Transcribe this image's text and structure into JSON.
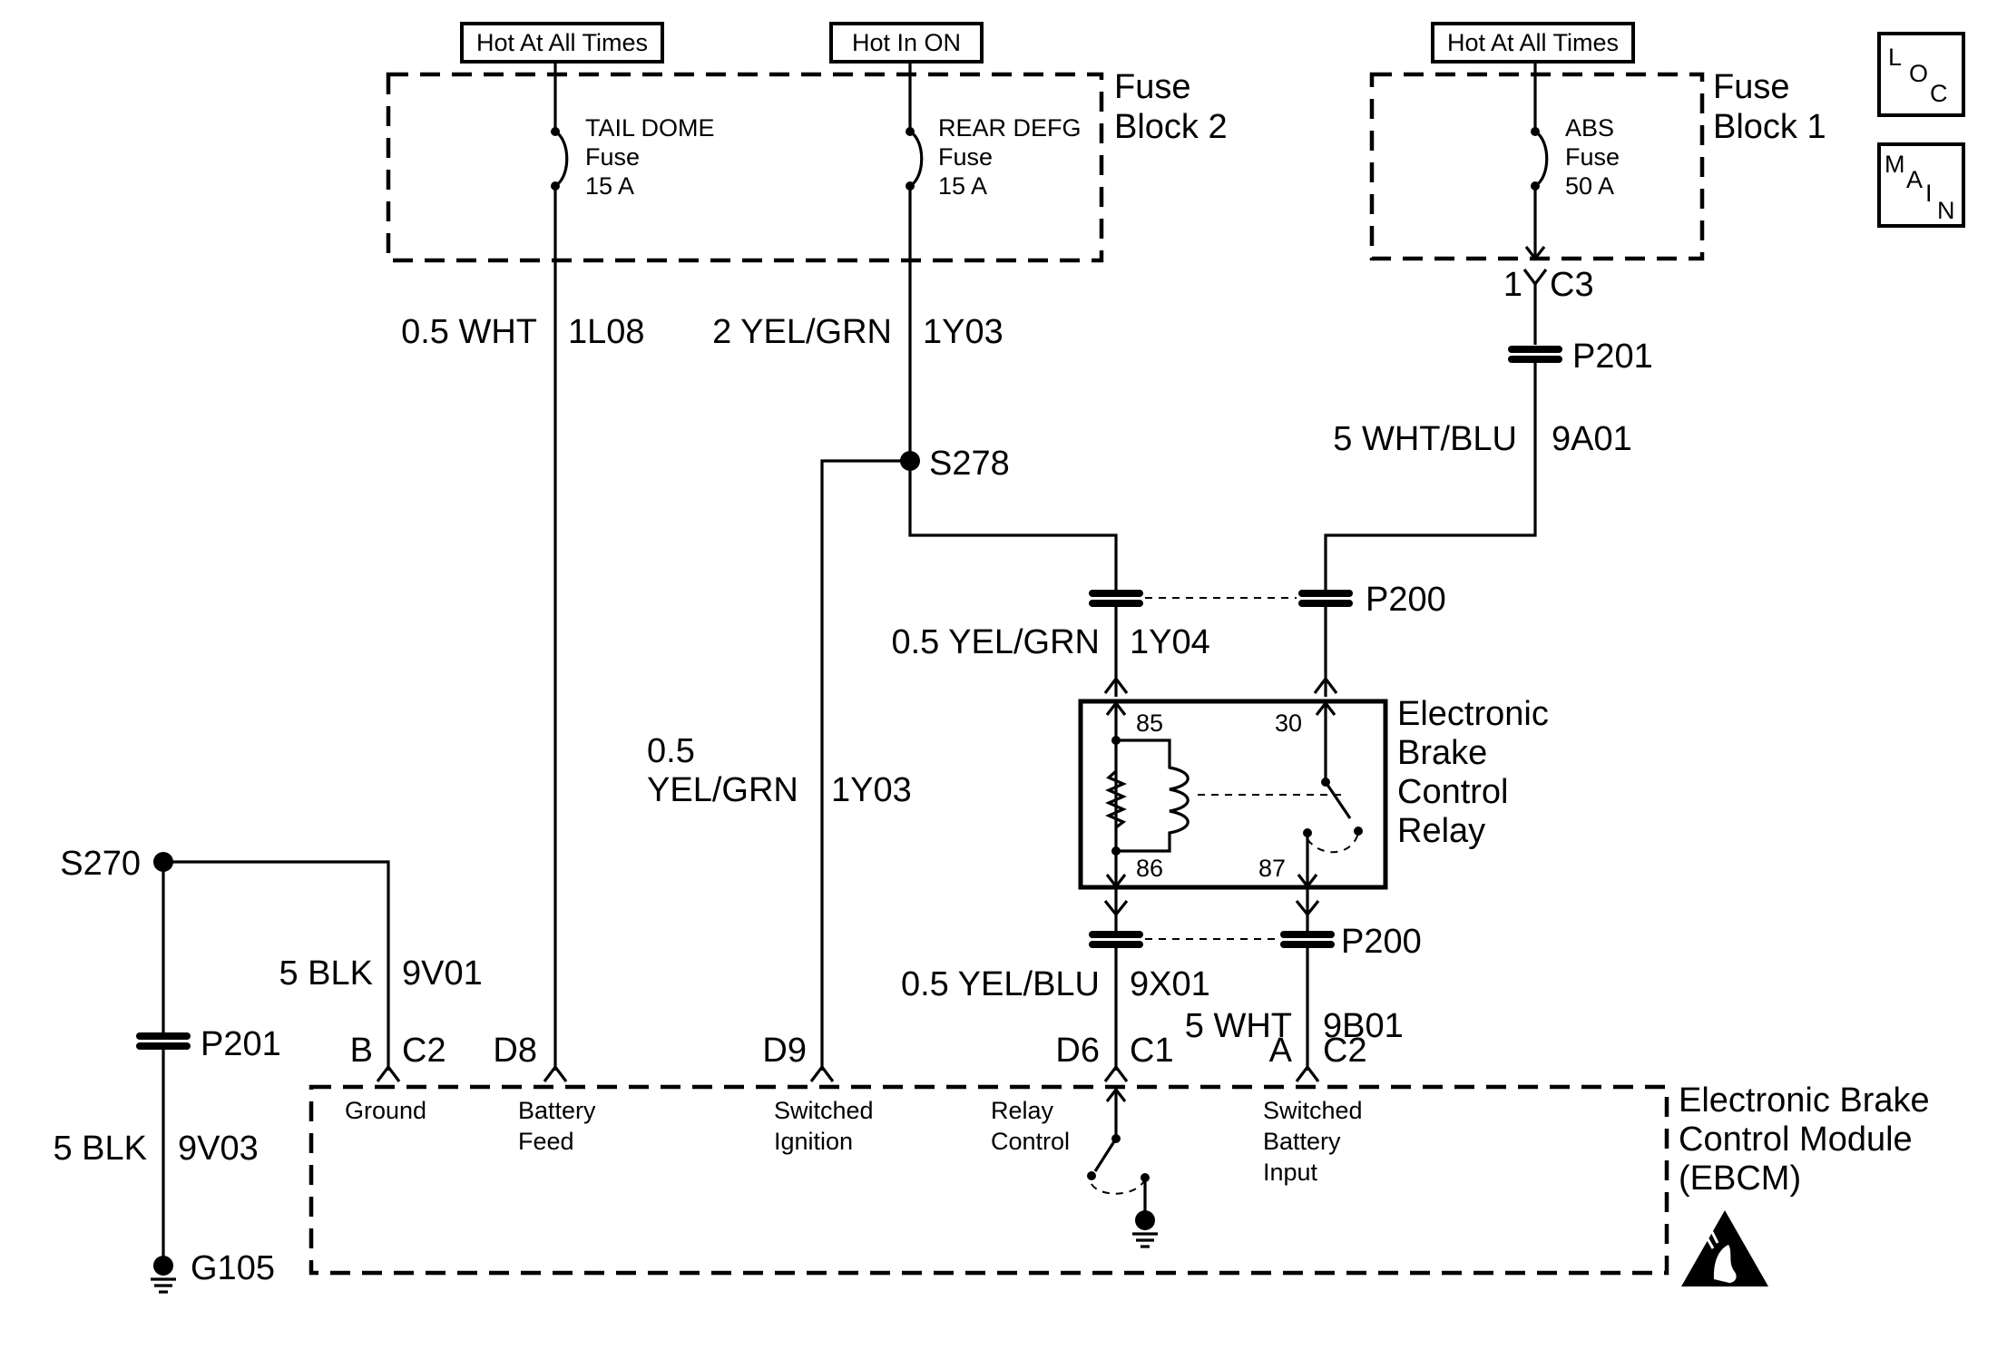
{
  "sources": {
    "left": "Hot At All Times",
    "middle": "Hot In ON",
    "right": "Hot At All Times"
  },
  "fuse_block_2": {
    "title_line1": "Fuse",
    "title_line2": "Block 2",
    "fuse_tail": {
      "name": "TAIL DOME",
      "type": "Fuse",
      "rating": "15 A"
    },
    "fuse_rear": {
      "name": "REAR DEFG",
      "type": "Fuse",
      "rating": "15 A"
    }
  },
  "fuse_block_1": {
    "title_line1": "Fuse",
    "title_line2": "Block 1",
    "fuse_abs": {
      "name": "ABS",
      "type": "Fuse",
      "rating": "50 A"
    }
  },
  "side_buttons": {
    "loc": [
      "L",
      "O",
      "C"
    ],
    "main": [
      "M",
      "A",
      "I",
      "N"
    ]
  },
  "wires": {
    "w_1l08": {
      "gauge_color": "0.5 WHT",
      "circuit": "1L08"
    },
    "w_1y03_top": {
      "gauge_color": "2 YEL/GRN",
      "circuit": "1Y03"
    },
    "w_9a01": {
      "gauge_color": "5 WHT/BLU",
      "circuit": "9A01"
    },
    "w_1y04": {
      "gauge_color": "0.5 YEL/GRN",
      "circuit": "1Y04"
    },
    "w_1y03_mid": {
      "gauge_line1": "0.5",
      "gauge_line2": "YEL/GRN",
      "circuit": "1Y03"
    },
    "w_9v01": {
      "gauge_color": "5 BLK",
      "circuit": "9V01"
    },
    "w_9x01": {
      "gauge_color": "0.5 YEL/BLU",
      "circuit": "9X01"
    },
    "w_9b01": {
      "gauge_color": "5 WHT",
      "circuit": "9B01"
    },
    "w_9v03": {
      "gauge_color": "5 BLK",
      "circuit": "9V03"
    }
  },
  "connectors": {
    "c3_pin": "1",
    "c3": "C3",
    "p201_top": "P201",
    "p200_top": "P200",
    "p200_bottom": "P200",
    "p201_left": "P201"
  },
  "splices": {
    "s278": "S278",
    "s270": "S270"
  },
  "ground": "G105",
  "relay": {
    "title": [
      "Electronic",
      "Brake",
      "Control",
      "Relay"
    ],
    "pin85": "85",
    "pin86": "86",
    "pin30": "30",
    "pin87": "87"
  },
  "module_pins": {
    "b": {
      "pin": "B",
      "conn": "C2"
    },
    "d8": {
      "pin": "D8"
    },
    "d9": {
      "pin": "D9"
    },
    "d6": {
      "pin": "D6",
      "conn": "C1"
    },
    "a": {
      "pin": "A",
      "conn": "C2"
    }
  },
  "module": {
    "title": [
      "Electronic Brake",
      "Control Module",
      "(EBCM)"
    ],
    "inputs": {
      "ground": [
        "Ground"
      ],
      "battery_feed": [
        "Battery",
        "Feed"
      ],
      "switched_ignition": [
        "Switched",
        "Ignition"
      ],
      "relay_control": [
        "Relay",
        "Control"
      ],
      "switched_battery": [
        "Switched",
        "Battery",
        "Input"
      ]
    }
  }
}
